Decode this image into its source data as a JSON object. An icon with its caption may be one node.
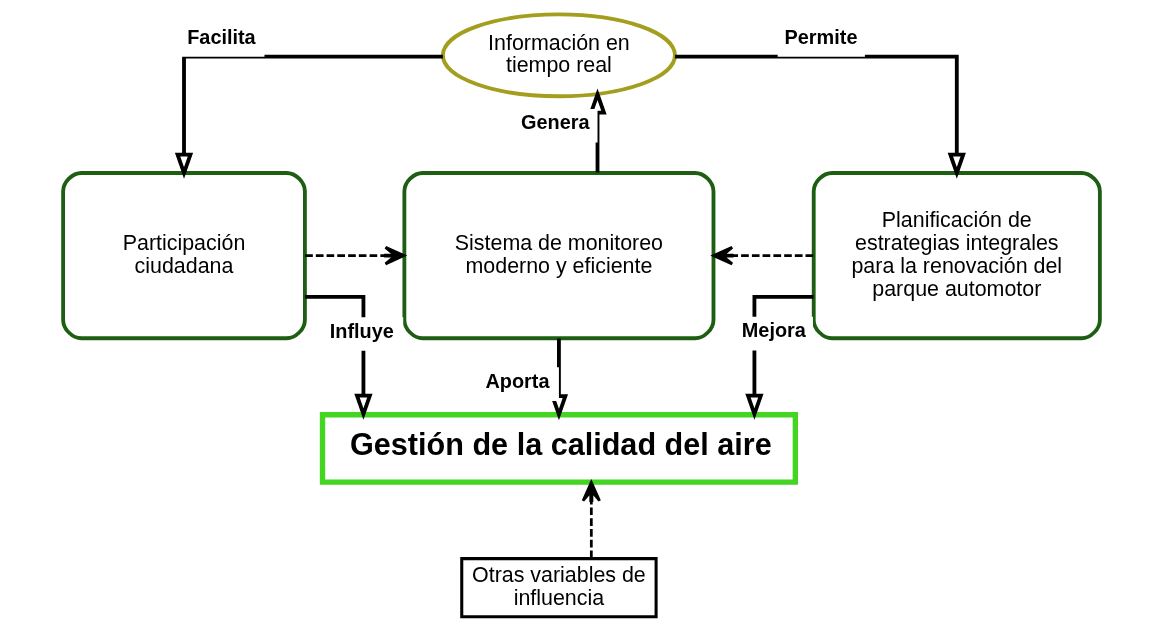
{
  "diagram": {
    "nodes": [
      {
        "text": [
          "Información en tiempo real"
        ]
      },
      {
        "text": [
          "Participación ciudadana"
        ]
      },
      {
        "text": [
          "Sistema de monitoreo moderno y eficiente"
        ]
      },
      {
        "text": [
          "Planificación de estrategias integrales para la renovación del parque automotor"
        ]
      },
      {
        "text": [
          "Gestión de la calidad del aire"
        ]
      },
      {
        "text": [
          "Otras variables de influencia"
        ]
      }
    ],
    "edges": [
      {
        "from": 0,
        "to": 1,
        "arrow": "to",
        "label": "Facilita"
      },
      {
        "from": 0,
        "to": 3,
        "arrow": "to",
        "label": "Permite"
      },
      {
        "from": 2,
        "to": 0,
        "arrow": "to",
        "label": "Genera"
      },
      {
        "from": 1,
        "to": 2,
        "arrow": "to",
        "style": "dashed"
      },
      {
        "from": 3,
        "to": 2,
        "arrow": "to",
        "style": "dashed"
      },
      {
        "from": 2,
        "to": 4,
        "arrow": "to",
        "label": "Aporta"
      },
      {
        "from": 1,
        "to": 4,
        "arrow": "to",
        "label": "Influye"
      },
      {
        "from": 3,
        "to": 4,
        "arrow": "to",
        "label": "Mejora"
      },
      {
        "from": 5,
        "to": 4,
        "arrow": "to",
        "style": "dashed"
      }
    ]
  }
}
